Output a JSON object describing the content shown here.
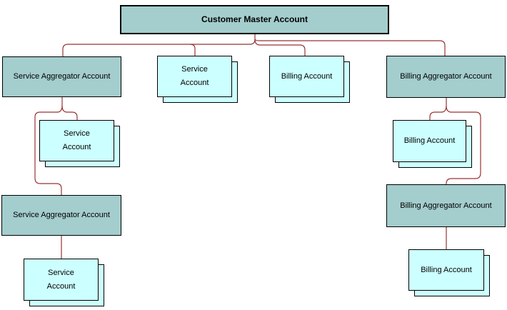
{
  "nodes": {
    "master": {
      "label": "Customer Master Account",
      "type": "master-account"
    },
    "service_aggregator_1": {
      "label": "Service Aggregator Account",
      "type": "aggregator"
    },
    "service_account_mid": {
      "label": "Service Account",
      "type": "account-stack"
    },
    "billing_account_mid": {
      "label": "Billing Account",
      "type": "account-stack"
    },
    "billing_aggregator_1": {
      "label": "Billing Aggregator Account",
      "type": "aggregator"
    },
    "service_account_left_1": {
      "label": "Service Account",
      "type": "account-stack"
    },
    "service_aggregator_2": {
      "label": "Service Aggregator Account",
      "type": "aggregator"
    },
    "service_account_left_2": {
      "label": "Service Account",
      "type": "account-stack"
    },
    "billing_account_right_1": {
      "label": "Billing Account",
      "type": "account-stack"
    },
    "billing_aggregator_2": {
      "label": "Billing Aggregator Account",
      "type": "aggregator"
    },
    "billing_account_right_2": {
      "label": "Billing Account",
      "type": "account-stack"
    }
  },
  "colors": {
    "aggregator_fill": "#A4CDCD",
    "account_fill": "#CCFFFF",
    "connector": "#993333",
    "border": "#000000",
    "background": "#FFFFFF"
  }
}
